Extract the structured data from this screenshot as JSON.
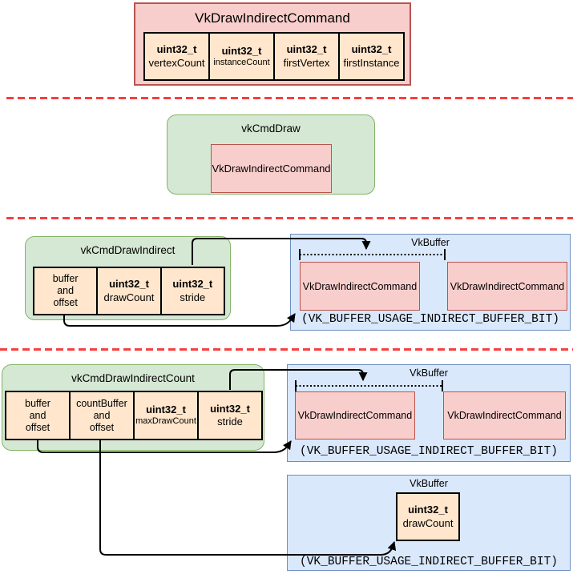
{
  "struct_def": {
    "title": "VkDrawIndirectCommand",
    "fields": [
      {
        "type": "uint32_t",
        "name": "vertexCount"
      },
      {
        "type": "uint32_t",
        "name": "instanceCount"
      },
      {
        "type": "uint32_t",
        "name": "firstVertex"
      },
      {
        "type": "uint32_t",
        "name": "firstInstance"
      }
    ]
  },
  "cmd_draw": {
    "title": "vkCmdDraw",
    "command": "VkDrawIndirectCommand"
  },
  "cmd_draw_indirect": {
    "title": "vkCmdDrawIndirect",
    "params": [
      {
        "label": "buffer\nand\noffset"
      },
      {
        "type": "uint32_t",
        "name": "drawCount"
      },
      {
        "type": "uint32_t",
        "name": "stride"
      }
    ]
  },
  "cmd_draw_indirect_count": {
    "title": "vkCmdDrawIndirectCount",
    "params": [
      {
        "label": "buffer\nand\noffset"
      },
      {
        "label": "countBuffer\nand\noffset"
      },
      {
        "type": "uint32_t",
        "name": "maxDrawCount"
      },
      {
        "type": "uint32_t",
        "name": "stride"
      }
    ]
  },
  "indirect_buffer": {
    "title": "VkBuffer",
    "commands": [
      "VkDrawIndirectCommand",
      "VkDrawIndirectCommand"
    ],
    "usage": "(VK_BUFFER_USAGE_INDIRECT_BUFFER_BIT)"
  },
  "count_indirect_buffer": {
    "title": "VkBuffer",
    "commands": [
      "VkDrawIndirectCommand",
      "VkDrawIndirectCommand"
    ],
    "usage": "(VK_BUFFER_USAGE_INDIRECT_BUFFER_BIT)"
  },
  "count_buffer": {
    "title": "VkBuffer",
    "field": {
      "type": "uint32_t",
      "name": "drawCount"
    },
    "usage": "(VK_BUFFER_USAGE_INDIRECT_BUFFER_BIT)"
  },
  "colors": {
    "struct_fill": "#f8cecc",
    "struct_stroke": "#b85450",
    "field_fill": "#ffe6cc",
    "field_stroke": "#000000",
    "command_fill": "#d5e8d4",
    "command_stroke": "#82b366",
    "buffer_fill": "#dae8fc",
    "buffer_stroke": "#6c8ebf",
    "separator": "#f93e3e",
    "arrow": "#000000"
  }
}
